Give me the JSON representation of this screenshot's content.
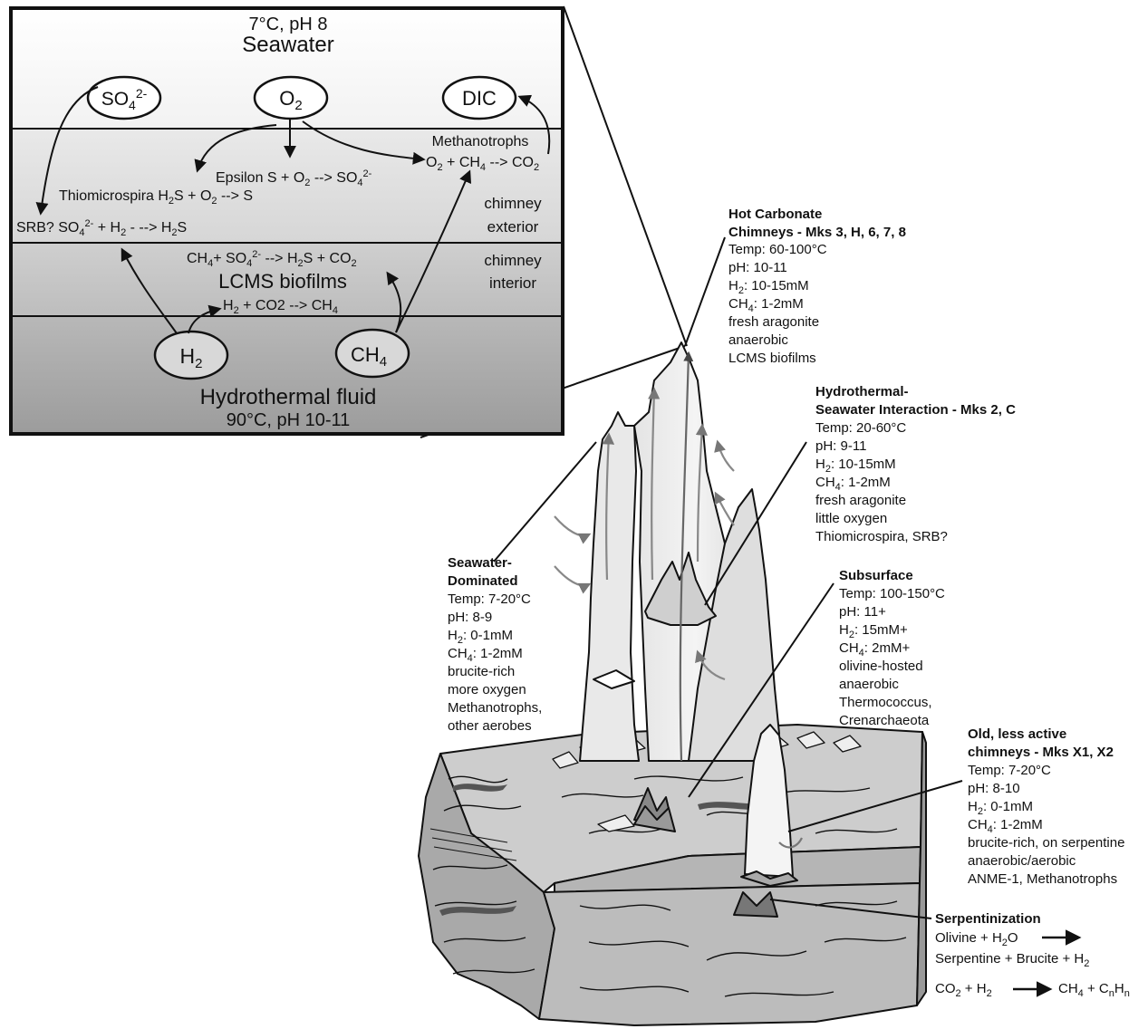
{
  "inset": {
    "top_conditions": "7°C, pH 8",
    "top_title": "Seawater",
    "bottom_title": "Hydrothermal fluid",
    "bottom_conditions": "90°C, pH 10-11",
    "zone_labels": [
      "chimney",
      "exterior",
      "chimney",
      "interior"
    ],
    "nodes": {
      "so4": [
        "SO",
        "4",
        "2-"
      ],
      "o2": [
        "O",
        "2"
      ],
      "dic": "DIC",
      "h2": [
        "H",
        "2"
      ],
      "ch4": [
        "CH",
        "4"
      ]
    },
    "reactions": {
      "methanotrophs_label": "Methanotrophs",
      "methanotrophs": [
        "O",
        "2",
        " + CH",
        "4",
        " --> CO",
        "2"
      ],
      "epsilon": [
        "Epsilon S + O",
        "2",
        " --> SO",
        "4",
        "2-"
      ],
      "thiomicrospira": [
        "Thiomicrospira H",
        "2",
        "S + O",
        "2",
        " --> S"
      ],
      "srb": [
        "SRB? SO",
        "4",
        "2-",
        " + H",
        "2",
        " - --> H",
        "2",
        "S"
      ],
      "lcms_reaction": [
        "CH",
        "4",
        "+ SO",
        "4",
        "2-",
        " --> H",
        "2",
        "S +  CO",
        "2"
      ],
      "lcms_title": "LCMS biofilms",
      "methanogenesis": [
        "H",
        "2",
        " + CO2 --> CH",
        "4"
      ]
    }
  },
  "callouts": {
    "hot_carbonate": {
      "title": [
        "Hot Carbonate",
        "Chimneys - Mks 3, H, 6, 7, 8"
      ],
      "temp": "Temp: 60-100°C",
      "ph": "pH: 10-11",
      "h2": [
        "H",
        "2",
        ": 10-15mM"
      ],
      "ch4": [
        "CH",
        "4",
        ": 1-2mM"
      ],
      "notes": [
        "fresh aragonite",
        "anaerobic",
        "LCMS biofilms"
      ]
    },
    "interaction": {
      "title": [
        "Hydrothermal-",
        "Seawater Interaction - Mks 2, C"
      ],
      "temp": "Temp: 20-60°C",
      "ph": "pH: 9-11",
      "h2": [
        "H",
        "2",
        ": 10-15mM"
      ],
      "ch4": [
        "CH",
        "4",
        ": 1-2mM"
      ],
      "notes": [
        "fresh aragonite",
        "little oxygen",
        "Thiomicrospira, SRB?"
      ]
    },
    "seawater_dominated": {
      "title": [
        "Seawater-",
        "Dominated"
      ],
      "temp": "Temp: 7-20°C",
      "ph": "pH: 8-9",
      "h2": [
        "H",
        "2",
        ": 0-1mM"
      ],
      "ch4": [
        "CH",
        "4",
        ": 1-2mM"
      ],
      "notes": [
        "brucite-rich",
        "more oxygen",
        "Methanotrophs,",
        "other aerobes"
      ]
    },
    "subsurface": {
      "title": [
        "Subsurface"
      ],
      "temp": "Temp: 100-150°C",
      "ph": "pH: 11+",
      "h2": [
        "H",
        "2",
        ": 15mM+"
      ],
      "ch4": [
        "CH",
        "4",
        ": 2mM+"
      ],
      "notes": [
        "olivine-hosted",
        "anaerobic",
        "Thermococcus,",
        "Crenarchaeota"
      ]
    },
    "old_chimneys": {
      "title": [
        "Old, less active",
        "chimneys - Mks X1, X2"
      ],
      "temp": "Temp: 7-20°C",
      "ph": "pH: 8-10",
      "h2": [
        "H",
        "2",
        ": 0-1mM"
      ],
      "ch4": [
        "CH",
        "4",
        ": 1-2mM"
      ],
      "notes": [
        "brucite-rich, on serpentine",
        "anaerobic/aerobic",
        "ANME-1, Methanotrophs"
      ]
    },
    "serpentinization": {
      "title": "Serpentinization",
      "line1": [
        "Olivine + H",
        "2",
        "O"
      ],
      "line2": [
        "Serpentine + Brucite + H",
        "2"
      ],
      "line3a": [
        "CO",
        "2",
        " + H",
        "2"
      ],
      "line3b": [
        "CH",
        "4",
        " + C",
        "n",
        "H",
        "n"
      ]
    }
  }
}
